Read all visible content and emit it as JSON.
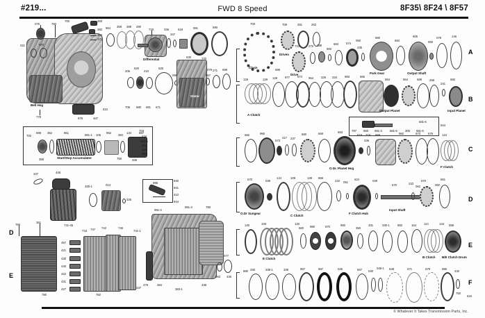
{
  "header": {
    "left": "#219...",
    "center": "FWD 8 Speed",
    "right": "8F35\\ 8F24 \\ 8F57"
  },
  "footer": "© Whatever It Takes Transmission Parts, Inc.",
  "section_letters_right": [
    "A",
    "B",
    "C",
    "D",
    "E",
    "F"
  ],
  "section_letters_left": [
    "D",
    "E"
  ],
  "component_names": {
    "bell_housing": "Bell Hsg",
    "differential": "Differential",
    "stator": "Stator",
    "start_stop_accumulator": "Start/Stop Accumulator",
    "chain": "Chain",
    "driven": "Driven",
    "drive": "Drive",
    "park_gear": "Park Gear",
    "output_shaft": "Output Shaft",
    "a_clutch": "A Clutch",
    "output_planet": "Output Planet",
    "input_planet": "Input Planet",
    "od_planet_hsg": "O Dr. Planet Hsg",
    "f_clutch": "F Clutch",
    "od_sungear": "O.Dr Sungear",
    "c_clutch": "C Clutch",
    "f_clutch_hub": "F Clutch Hub",
    "input_shaft": "Input Shaft",
    "e_clutch": "E Clutch",
    "b_clutch": "B Clutch",
    "be_clutch_drum": "B/E Clutch Drum"
  },
  "callouts": {
    "bell_housing_group": [
      "076",
      "750",
      "700",
      "383",
      "382",
      "494",
      "371",
      "021",
      "970",
      "964",
      "268",
      "289",
      "290",
      "778",
      "610",
      "979",
      "467",
      "670"
    ],
    "differential_group": [
      "718",
      "346",
      "347",
      "618",
      "591",
      "590"
    ],
    "valve_body_top_group": [
      "205",
      "620",
      "210",
      "525",
      "095",
      "178",
      "530",
      "770",
      "079",
      "057",
      "271",
      "699",
      "671",
      "680",
      "681",
      "705"
    ],
    "accumulator_group": [
      "702",
      "698",
      "352",
      "851",
      "851-1",
      "105",
      "952",
      "394",
      "134",
      "667",
      "358",
      "756",
      "703",
      "434",
      "434-5",
      "351",
      "199",
      "355",
      "345"
    ],
    "case_mid_group": [
      "347",
      "448",
      "325-1",
      "013",
      "326",
      "995",
      "410",
      "940"
    ],
    "valve_body_group": [
      "766",
      "361",
      "741-45",
      "457",
      "421",
      "430",
      "440",
      "422",
      "431",
      "427",
      "743",
      "747",
      "742",
      "746",
      "741-1",
      "780",
      "782",
      "437"
    ],
    "case_main_group": [
      "991-3",
      "780",
      "077",
      "063",
      "436",
      "479",
      "384",
      "383-1",
      "438"
    ],
    "section_a": [
      "700",
      "709",
      "291",
      "263",
      "723",
      "272",
      "288",
      "900",
      "684",
      "574",
      "050",
      "235",
      "890",
      "684",
      "606",
      "060",
      "078",
      "146",
      "699"
    ],
    "section_b": [
      "128",
      "129",
      "977",
      "974",
      "964",
      "329",
      "334",
      "983",
      "665",
      "554",
      "564",
      "689",
      "258",
      "241",
      "682",
      "787",
      "683",
      "681-3",
      "681-5",
      "306",
      "681-6",
      "944"
    ],
    "section_c": [
      "682",
      "990",
      "673",
      "217",
      "237",
      "680",
      "668",
      "683",
      "619",
      "218",
      "039",
      "668",
      "982",
      "673",
      "679",
      "124"
    ],
    "section_d": [
      "670",
      "039",
      "144",
      "109",
      "139",
      "859",
      "222",
      "051",
      "624",
      "049",
      "670",
      "233",
      "062",
      "570",
      "082",
      "561"
    ],
    "section_e": [
      "140",
      "100",
      "120",
      "660",
      "980",
      "870",
      "950",
      "350",
      "331",
      "330-1",
      "882",
      "154",
      "114",
      "134",
      "558"
    ],
    "section_f": [
      "880",
      "330",
      "339-1",
      "338",
      "967",
      "987",
      "045",
      "667",
      "040",
      "048-1",
      "548",
      "671",
      "679",
      "980",
      "232",
      "750",
      "634"
    ]
  }
}
